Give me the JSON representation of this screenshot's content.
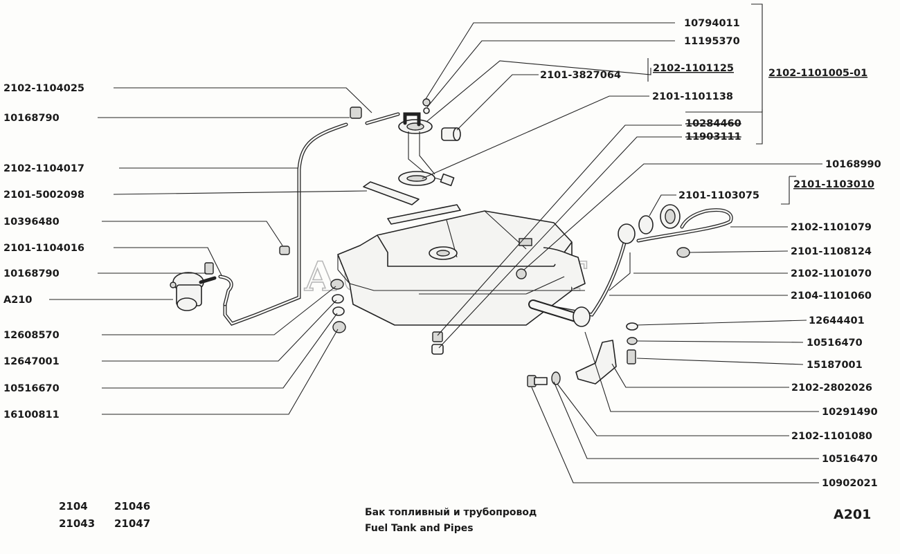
{
  "watermark": "AUTOSOFT",
  "left_labels": [
    "2102-1104025",
    "10168790",
    "2102-1104017",
    "2101-5002098",
    "10396480",
    "2101-1104016",
    "10168790",
    "A210",
    "12608570",
    "12647001",
    "10516670",
    "16100811"
  ],
  "right_labels": [
    "10794011",
    "11195370",
    "2102-1101125",
    "2101-3827064",
    "2101-1101138",
    "10284460",
    "11903111",
    "10168990",
    "2101-1103010",
    "2101-1103075",
    "2102-1101079",
    "2101-1108124",
    "2102-1101070",
    "2104-1101060",
    "12644401",
    "10516470",
    "15187001",
    "2102-2802026",
    "10291490",
    "2102-1101080",
    "10516470",
    "10902021"
  ],
  "assembly_label": "2102-1101005-01",
  "models": [
    "2104",
    "21046",
    "21043",
    "21047"
  ],
  "title_ru": "Бак топливный и трубопровод",
  "title_en": "Fuel Tank and Pipes",
  "page_code": "A201"
}
